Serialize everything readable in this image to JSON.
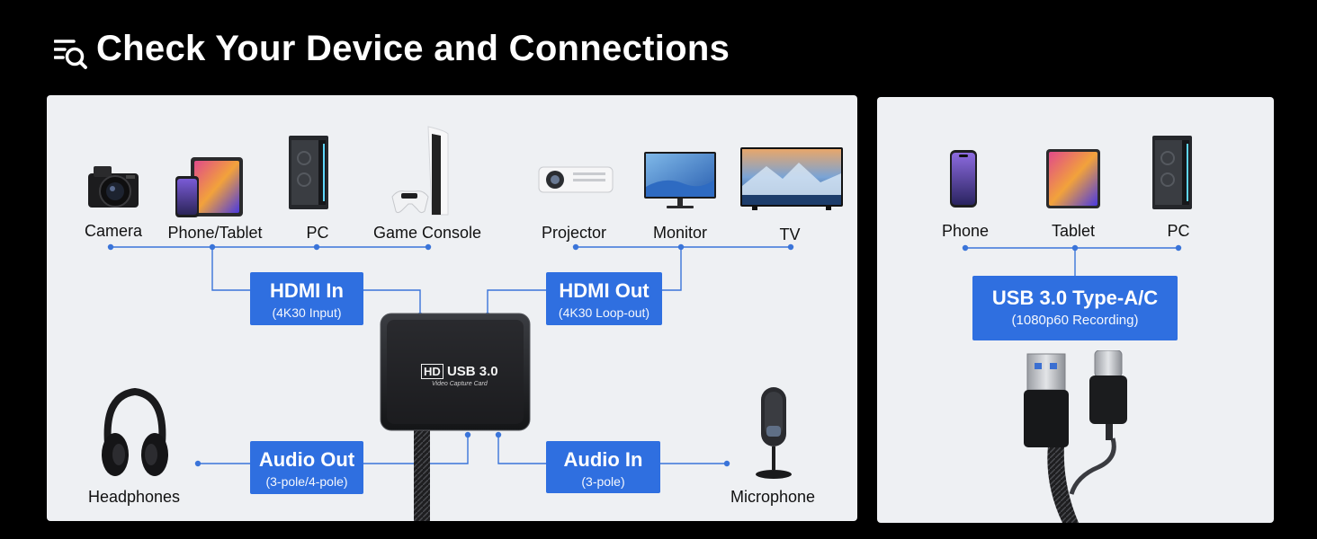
{
  "header": {
    "title": "Check Your Device and Connections",
    "icon": "search-list-icon"
  },
  "colors": {
    "accent": "#2f6fe0",
    "background": "#000000",
    "panel": "#eef0f3"
  },
  "capture_card": {
    "brand_mark": "HD",
    "model": "USB 3.0",
    "subtitle": "Video Capture Card"
  },
  "left_panel": {
    "input_devices": [
      {
        "label": "Camera",
        "icon": "camera-icon"
      },
      {
        "label": "Phone/Tablet",
        "icon": "phone-tablet-icon"
      },
      {
        "label": "PC",
        "icon": "pc-tower-icon"
      },
      {
        "label": "Game Console",
        "icon": "game-console-icon"
      }
    ],
    "output_devices": [
      {
        "label": "Projector",
        "icon": "projector-icon"
      },
      {
        "label": "Monitor",
        "icon": "monitor-icon"
      },
      {
        "label": "TV",
        "icon": "tv-icon"
      }
    ],
    "hdmi_in": {
      "title": "HDMI In",
      "sub": "(4K30 Input)"
    },
    "hdmi_out": {
      "title": "HDMI Out",
      "sub": "(4K30 Loop-out)"
    },
    "audio_out": {
      "title": "Audio Out",
      "sub": "(3-pole/4-pole)"
    },
    "audio_in": {
      "title": "Audio In",
      "sub": "(3-pole)"
    },
    "headphones": {
      "label": "Headphones",
      "icon": "headphones-icon"
    },
    "microphone": {
      "label": "Microphone",
      "icon": "microphone-icon"
    }
  },
  "right_panel": {
    "devices": [
      {
        "label": "Phone",
        "icon": "phone-icon"
      },
      {
        "label": "Tablet",
        "icon": "tablet-icon"
      },
      {
        "label": "PC",
        "icon": "pc-tower-icon"
      }
    ],
    "usb": {
      "title": "USB 3.0 Type-A/C",
      "sub": "(1080p60 Recording)"
    }
  }
}
